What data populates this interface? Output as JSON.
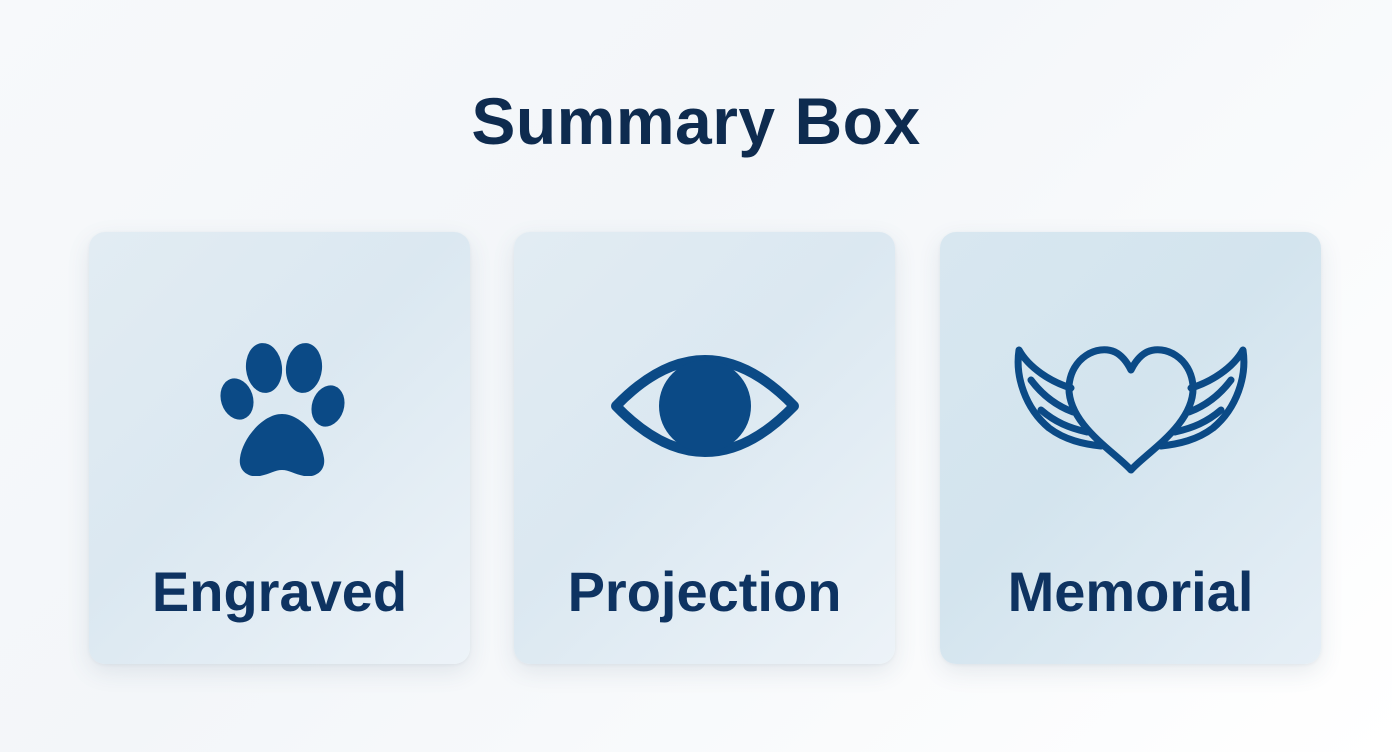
{
  "page": {
    "title": "Summary Box"
  },
  "cards": [
    {
      "label": "Engraved",
      "icon": "paw-print-icon"
    },
    {
      "label": "Projection",
      "icon": "eye-icon"
    },
    {
      "label": "Memorial",
      "icon": "winged-heart-icon"
    }
  ],
  "colors": {
    "title": "#0e2b4f",
    "label": "#0e3361",
    "icon": "#0b4a86",
    "card_background": "#dfeaf2",
    "page_background": "#f5f8fa"
  }
}
